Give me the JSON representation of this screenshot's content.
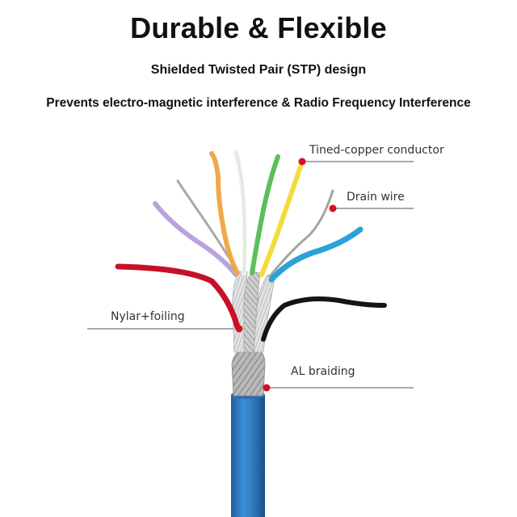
{
  "heading": {
    "title": "Durable & Flexible",
    "subtitle": "Shielded Twisted Pair (STP) design",
    "description": "Prevents electro-magnetic interference & Radio Frequency Interference"
  },
  "callouts": {
    "conductor": "Tined-copper conductor",
    "drain": "Drain wire",
    "nylar": "Nylar+foiling",
    "al_braiding": "AL braiding"
  },
  "colors": {
    "jacket": "#2f7fc4",
    "marker": "#d6121f",
    "text": "#111111",
    "leader_line": "#444444"
  },
  "wire_colors": [
    "red",
    "lavender",
    "silver",
    "orange",
    "white",
    "green",
    "yellow",
    "silver",
    "light-blue",
    "black"
  ]
}
